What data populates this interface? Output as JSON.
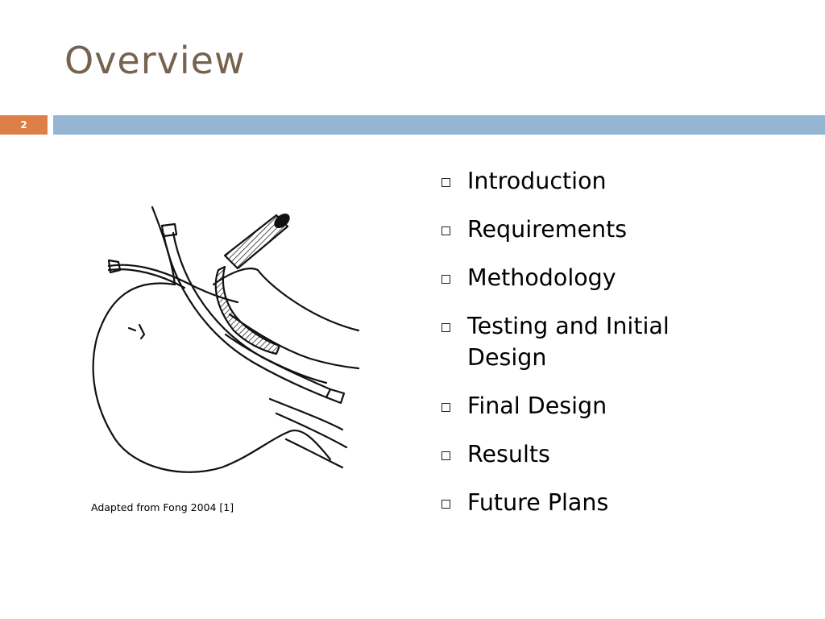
{
  "slide": {
    "title": "Overview",
    "page_number": "2"
  },
  "figure": {
    "caption": "Adapted from Fong 2004 [1]",
    "icon": "medical-tube-illustration"
  },
  "agenda": {
    "items": [
      {
        "label": "Introduction"
      },
      {
        "label": "Requirements"
      },
      {
        "label": "Methodology"
      },
      {
        "label": "Testing and Initial Design"
      },
      {
        "label": "Final Design"
      },
      {
        "label": "Results"
      },
      {
        "label": "Future Plans"
      }
    ]
  },
  "colors": {
    "title": "#76634d",
    "page_number_box": "#dd8047",
    "header_band": "#94b6d2"
  }
}
